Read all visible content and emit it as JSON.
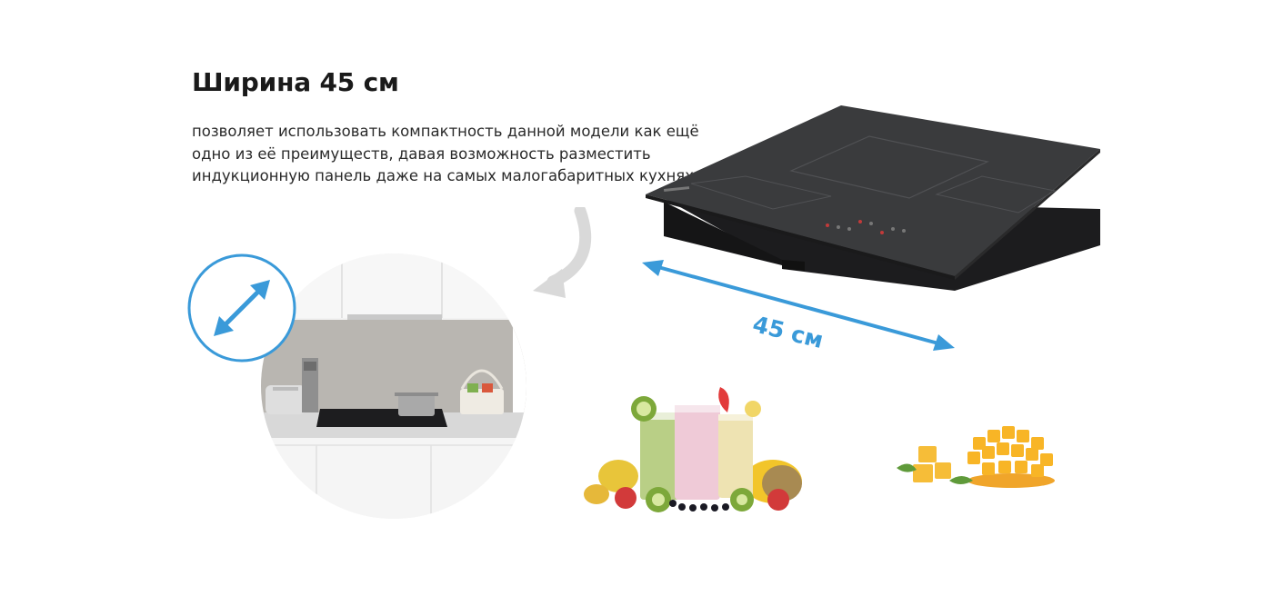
{
  "heading": "Ширина 45 см",
  "description": "позволяет использовать компактность данной модели как ещё одно из её преимуществ, давая возможность разместить индукционную панель даже на самых малогабаритных кухнях.",
  "dimension_label": "45 см",
  "colors": {
    "accent_blue": "#3a9ad9",
    "arrow_gray": "#d9d9d9",
    "hob_glass": "#3a3b3d",
    "text": "#1a1a1a"
  },
  "icons": [
    "diagonal-resize-icon",
    "curved-arrow-icon",
    "double-arrow-icon"
  ]
}
